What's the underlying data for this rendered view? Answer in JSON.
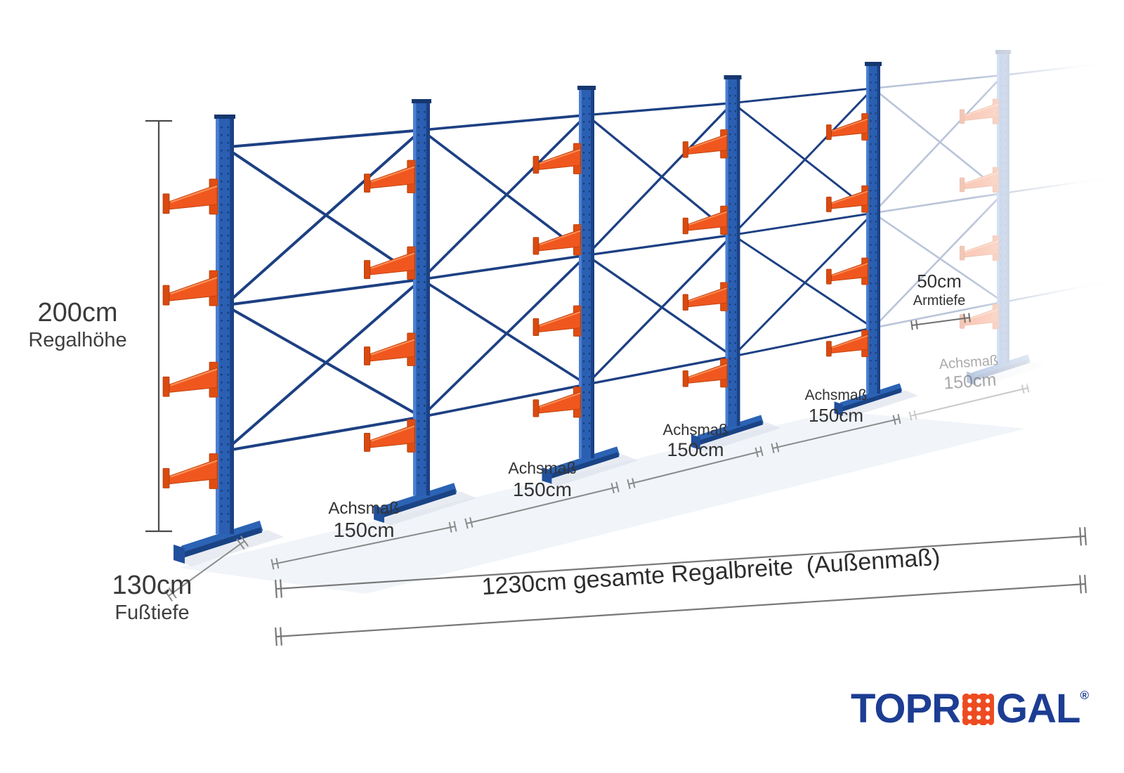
{
  "dimensions": {
    "height": {
      "value": "200cm",
      "label": "Regalhöhe"
    },
    "foot_depth": {
      "value": "130cm",
      "label": "Fußtiefe"
    },
    "arm_depth": {
      "value": "50cm",
      "label": "Armtiefe"
    },
    "axis_spacings": [
      {
        "label": "Achsmaß",
        "value": "150cm"
      },
      {
        "label": "Achsmaß",
        "value": "150cm"
      },
      {
        "label": "Achsmaß",
        "value": "150cm"
      },
      {
        "label": "Achsmaß",
        "value": "150cm"
      },
      {
        "label": "Achsmaß",
        "value": "150cm"
      }
    ],
    "total_width": "1230cm gesamte Regalbreite  (Außenmaß)"
  },
  "logo": {
    "prefix": "TOPR",
    "suffix": "GAL",
    "registered": "®"
  },
  "colors": {
    "upright_blue": "#2a5fb2",
    "arm_orange": "#f0571f",
    "brace_blue": "#1d4083",
    "logo_blue": "#1d3d93",
    "logo_orange": "#ee4b20",
    "dimension_gray": "#8b8b8b"
  }
}
